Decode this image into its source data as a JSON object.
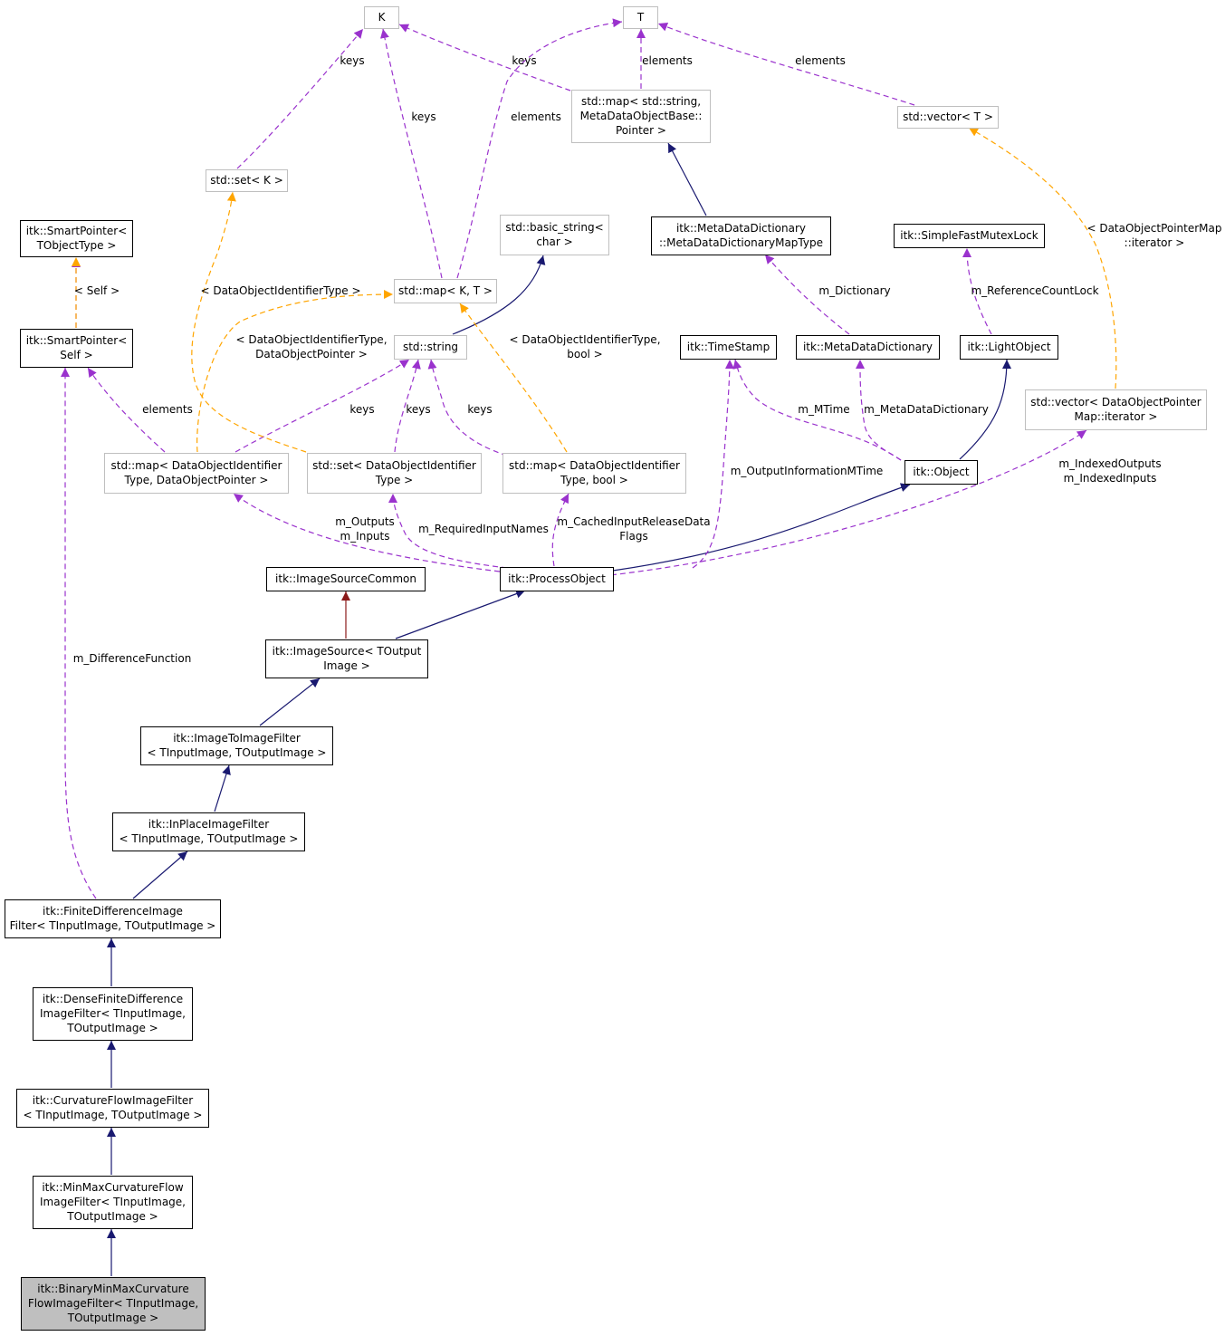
{
  "colors": {
    "inheritance": "#191970",
    "usage": "#9a32cd",
    "template": "#ffa500",
    "protected": "#8b1a1a",
    "focus_fill": "#bfbfbf",
    "grey_border": "#bfbfbf"
  },
  "nodes": {
    "K": [
      "K"
    ],
    "T": [
      "T"
    ],
    "map_string_meta": [
      "std::map< std::string,",
      "MetaDataObjectBase::",
      "Pointer >"
    ],
    "vector_T": [
      "std::vector< T >"
    ],
    "set_K": [
      "std::set< K >"
    ],
    "smartptr_tobj": [
      "itk::SmartPointer<",
      "TObjectType >"
    ],
    "basic_string": [
      "std::basic_string<",
      "char >"
    ],
    "mdd_maptype": [
      "itk::MetaDataDictionary",
      "::MetaDataDictionaryMapType"
    ],
    "sfml": [
      "itk::SimpleFastMutexLock"
    ],
    "map_KT": [
      "std::map< K, T >"
    ],
    "smartptr_self": [
      "itk::SmartPointer<",
      "Self >"
    ],
    "std_string": [
      "std::string"
    ],
    "timestamp": [
      "itk::TimeStamp"
    ],
    "mdd": [
      "itk::MetaDataDictionary"
    ],
    "lightobject": [
      "itk::LightObject"
    ],
    "vector_dop": [
      "std::vector< DataObjectPointer",
      "Map::iterator >"
    ],
    "map_doi_dop": [
      "std::map< DataObjectIdentifier",
      "Type, DataObjectPointer >"
    ],
    "set_doi": [
      "std::set< DataObjectIdentifier",
      "Type >"
    ],
    "map_doi_bool": [
      "std::map< DataObjectIdentifier",
      "Type, bool >"
    ],
    "object": [
      "itk::Object"
    ],
    "isc": [
      "itk::ImageSourceCommon"
    ],
    "processobject": [
      "itk::ProcessObject"
    ],
    "imagesource": [
      "itk::ImageSource< TOutput",
      "Image >"
    ],
    "i2i": [
      "itk::ImageToImageFilter",
      "< TInputImage, TOutputImage >"
    ],
    "inplace": [
      "itk::InPlaceImageFilter",
      "< TInputImage, TOutputImage >"
    ],
    "fdif": [
      "itk::FiniteDifferenceImage",
      "Filter< TInputImage, TOutputImage >"
    ],
    "dfdif": [
      "itk::DenseFiniteDifference",
      "ImageFilter< TInputImage,",
      "TOutputImage >"
    ],
    "cfif": [
      "itk::CurvatureFlowImageFilter",
      "< TInputImage, TOutputImage >"
    ],
    "mmcfif": [
      "itk::MinMaxCurvatureFlow",
      "ImageFilter< TInputImage,",
      "TOutputImage >"
    ],
    "bmmcfif": [
      "itk::BinaryMinMaxCurvature",
      "FlowImageFilter< TInputImage,",
      "TOutputImage >"
    ]
  },
  "edge_labels": {
    "keys_K_set": [
      "keys"
    ],
    "keys_K_map": [
      "keys"
    ],
    "keys_K_mapstr": [
      "keys"
    ],
    "elements_T_map": [
      "elements"
    ],
    "elements_T_mapstr": [
      "elements"
    ],
    "elements_T_vector": [
      "elements"
    ],
    "self_tmpl": [
      "< Self >"
    ],
    "doi_type_tmpl": [
      "< DataObjectIdentifierType >"
    ],
    "doi_dop_tmpl": [
      "< DataObjectIdentifierType,",
      "DataObjectPointer >"
    ],
    "doi_bool_tmpl": [
      "< DataObjectIdentifierType,",
      "bool >"
    ],
    "dop_iter_tmpl": [
      "< DataObjectPointerMap",
      "::iterator >"
    ],
    "m_dictionary": [
      "m_Dictionary"
    ],
    "m_refcountlock": [
      "m_ReferenceCountLock"
    ],
    "elements_sp_map": [
      "elements"
    ],
    "keys_str_map": [
      "keys"
    ],
    "keys_str_set": [
      "keys"
    ],
    "keys_str_bool": [
      "keys"
    ],
    "m_mtime": [
      "m_MTime"
    ],
    "m_mdd": [
      "m_MetaDataDictionary"
    ],
    "m_outinfo": [
      "m_OutputInformationMTime"
    ],
    "m_indexed": [
      "m_IndexedOutputs",
      "m_IndexedInputs"
    ],
    "m_outputs": [
      "m_Outputs",
      "m_Inputs"
    ],
    "m_required": [
      "m_RequiredInputNames"
    ],
    "m_cached": [
      "m_CachedInputReleaseData",
      "Flags"
    ],
    "m_difffunc": [
      "m_DifferenceFunction"
    ]
  }
}
